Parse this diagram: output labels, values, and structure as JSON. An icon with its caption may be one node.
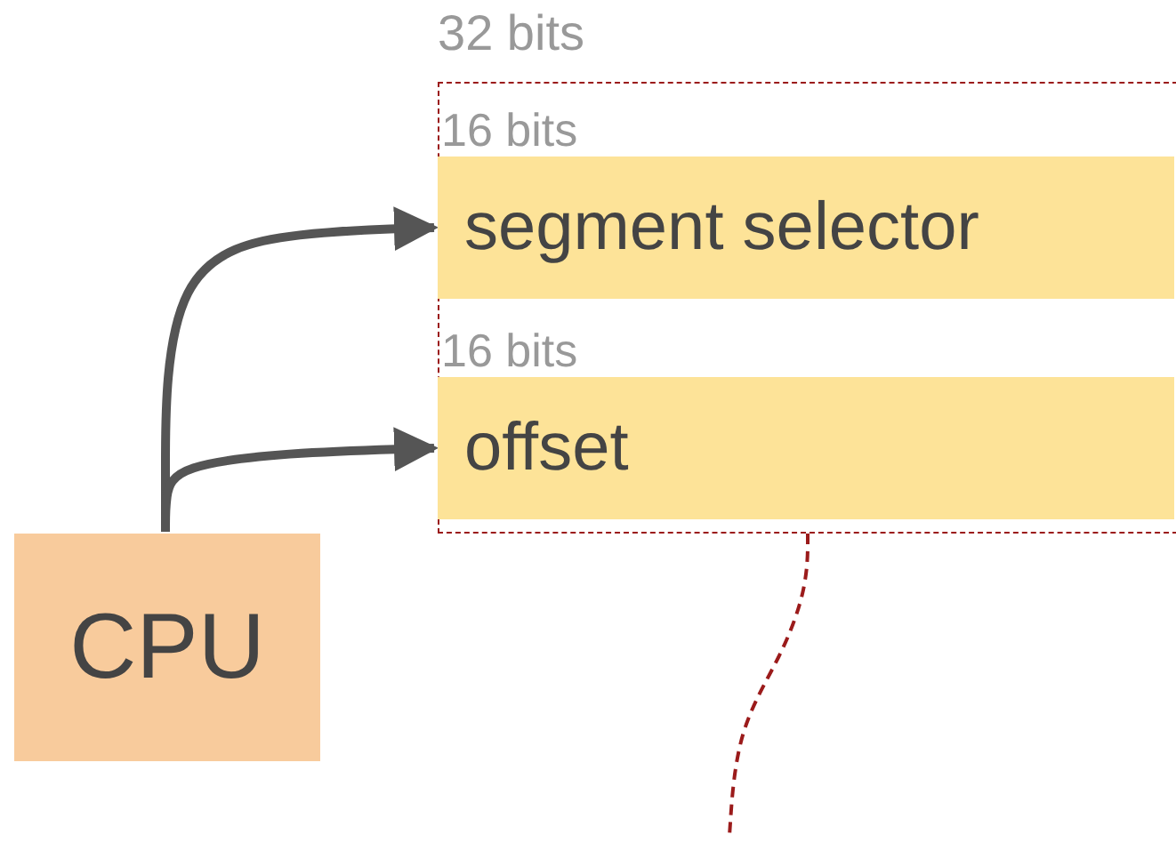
{
  "diagram": {
    "nodes": [
      {
        "text": [
          "32 bits"
        ]
      },
      {
        "text": [
          "16 bits",
          "segment selector"
        ],
        "in": 0
      },
      {
        "text": [
          "16 bits",
          "offset"
        ],
        "in": 0
      },
      {
        "text": [
          "CPU"
        ]
      }
    ],
    "edges": [
      {
        "from": 3,
        "to": 1,
        "arrow": "to"
      },
      {
        "from": 3,
        "to": 2,
        "arrow": "to"
      },
      {
        "from": 0,
        "to": null,
        "arrow": "none",
        "style": "dashed",
        "color": "#9b1b1b"
      }
    ]
  }
}
